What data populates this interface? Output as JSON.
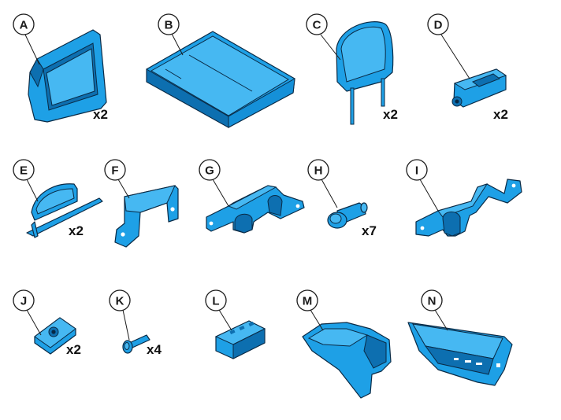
{
  "colors": {
    "part_fill": "#1ea0e6",
    "part_light": "#46b8f2",
    "part_dark": "#0d6fb0",
    "outline": "#0a2a45"
  },
  "parts": [
    {
      "letter": "A",
      "qty": "x2",
      "icon": "seat-back-panel-icon"
    },
    {
      "letter": "B",
      "qty": "",
      "icon": "seat-cushion-pad-icon"
    },
    {
      "letter": "C",
      "qty": "x2",
      "icon": "headrest-icon"
    },
    {
      "letter": "D",
      "qty": "x2",
      "icon": "headrest-guide-sleeve-icon"
    },
    {
      "letter": "E",
      "qty": "x2",
      "icon": "trim-bracket-icon"
    },
    {
      "letter": "F",
      "qty": "",
      "icon": "mounting-bracket-icon"
    },
    {
      "letter": "G",
      "qty": "",
      "icon": "support-bracket-icon"
    },
    {
      "letter": "H",
      "qty": "x7",
      "icon": "push-pin-clip-icon"
    },
    {
      "letter": "I",
      "qty": "",
      "icon": "long-bracket-icon"
    },
    {
      "letter": "J",
      "qty": "x2",
      "icon": "nut-clip-icon"
    },
    {
      "letter": "K",
      "qty": "x4",
      "icon": "bolt-icon"
    },
    {
      "letter": "L",
      "qty": "",
      "icon": "connector-block-icon"
    },
    {
      "letter": "M",
      "qty": "",
      "icon": "side-trim-cover-icon"
    },
    {
      "letter": "N",
      "qty": "",
      "icon": "storage-tray-icon"
    }
  ]
}
